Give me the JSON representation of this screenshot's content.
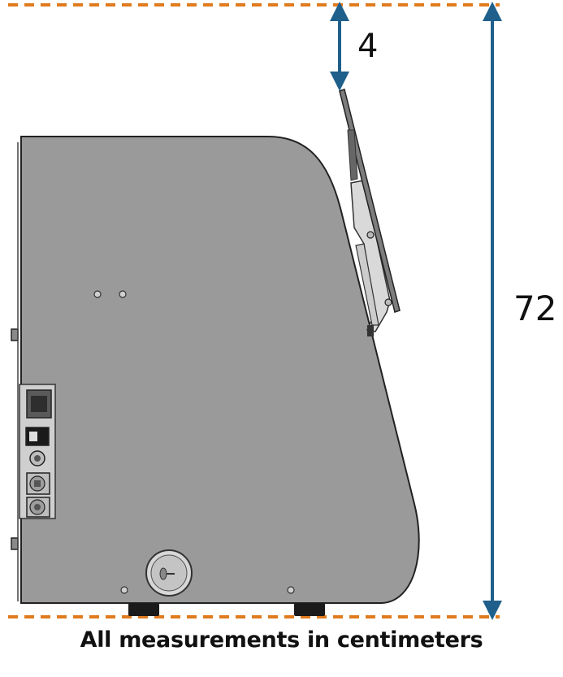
{
  "dimensions": {
    "top_gap": "4",
    "total_height": "72"
  },
  "caption": "All measurements in centimeters",
  "colors": {
    "guide_line": "#e07b1e",
    "arrow": "#1f5f8b",
    "body": "#9a9a9a",
    "outline": "#222222",
    "panel": "#cfcfcf",
    "bracket": "#d9d9d9"
  }
}
